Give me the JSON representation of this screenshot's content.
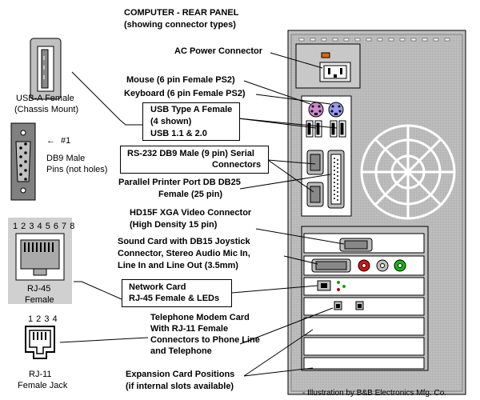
{
  "title": {
    "line1": "COMPUTER - REAR PANEL",
    "line2": "(showing connector types)"
  },
  "labels": {
    "ac_power": "AC Power Connector",
    "mouse": "Mouse (6 pin Female PS2)",
    "keyboard": "Keyboard (6 pin Female PS2)",
    "usb_line1": "USB Type A Female",
    "usb_line2": "(4 shown)",
    "usb_line3": "USB 1.1 & 2.0",
    "rs232_line1": "RS-232 DB9 Male (9 pin) Serial",
    "rs232_line2": "Connectors",
    "parallel_line1": "Parallel Printer Port DB DB25",
    "parallel_line2": "Female (25 pin)",
    "video_line1": "HD15F XGA Video Connector",
    "video_line2": "(High Density 15 pin)",
    "sound_line1": "Sound Card with DB15 Joystick",
    "sound_line2": "Connector, Stereo Audio Mic In,",
    "sound_line3": "Line In and Line Out (3.5mm)",
    "network_line1": "Network Card",
    "network_line2": "RJ-45 Female & LEDs",
    "modem_line1": "Telephone Modem Card",
    "modem_line2": "With RJ-11 Female",
    "modem_line3": "Connectors to Phone Line",
    "modem_line4": "and Telephone",
    "expansion_line1": "Expansion Card Positions",
    "expansion_line2": "(if internal slots available)",
    "usb_a_line1": "USB-A Female",
    "usb_a_line2": "(Chassis Mount)",
    "db9_pin": "#1",
    "db9_arrow": "←",
    "db9_line1": "DB9 Male",
    "db9_line2": "Pins (not holes)",
    "rj45_pins": "1 2 3 4 5 6 7 8",
    "rj45_line1": "RJ-45",
    "rj45_line2": "Female",
    "rj11_pins": "1 2 3 4",
    "rj11_line1": "RJ-11",
    "rj11_line2": "Female Jack",
    "credit": "- Illustration by  B&B Electronics Mfg. Co."
  },
  "colors": {
    "case_gray": "#c0c0c0",
    "mouse_purple": "#cc88cc",
    "keyboard_purple": "#9999ee",
    "audio_red": "#dd1111",
    "audio_green": "#11bb11",
    "led_green": "#00aa00",
    "led_red": "#cc0000"
  }
}
